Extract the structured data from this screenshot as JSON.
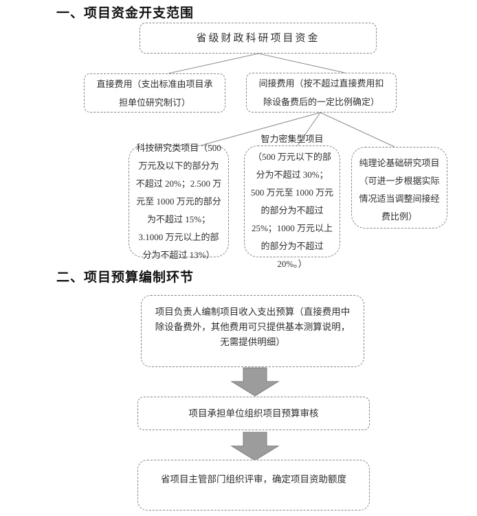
{
  "colors": {
    "box_border": "#858585",
    "text": "#2e2e2e",
    "connector_line": "#8a8a8a",
    "arrow_fill": "#9c9c9c",
    "arrow_stroke": "#7d7d7d",
    "background": "#ffffff"
  },
  "section1": {
    "heading": "一、项目资金开支范围",
    "root_box": "省级财政科研项目资金",
    "direct_box": "直接费用（支出标准由项目承担单位研究制订）",
    "indirect_box": "间接费用（按不超过直接费用扣除设备费后的一定比例确定）",
    "tech_box": "科技研究类项目（500 万元及以下的部分为不超过 20%；2.500 万元至 1000 万元的部分为不超过 15%；3.1000 万元以上的部分为不超过 13%）",
    "intel_box": "智力密集型项目（500 万元以下的部分为不超过 30%；500 万元至 1000 万元的部分为不超过 25%；1000 万元以上的部分为不超过 20%。）",
    "pure_box": "纯理论基础研究项目（可进一步根据实际情况适当调整间接经费比例）"
  },
  "section2": {
    "heading": "二、项目预算编制环节",
    "step1_box": "项目负责人编制项目收入支出预算（直接费用中除设备费外，其他费用可只提供基本测算说明，无需提供明细）",
    "step2_box": "项目承担单位组织项目预算审核",
    "step3_box": "省项目主管部门组织评审，确定项目资助额度"
  }
}
